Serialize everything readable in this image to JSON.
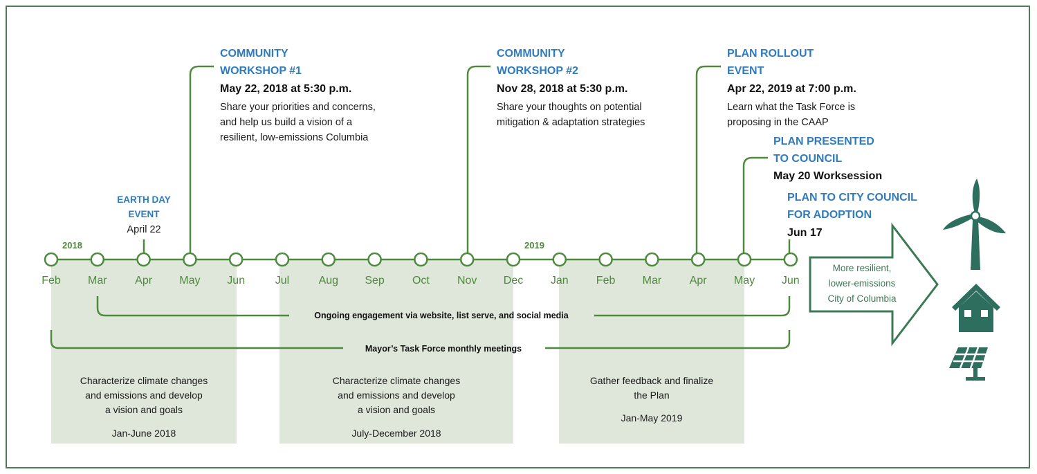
{
  "years": [
    "2018",
    "2019"
  ],
  "months": [
    "Feb",
    "Mar",
    "Apr",
    "May",
    "Jun",
    "Jul",
    "Aug",
    "Sep",
    "Oct",
    "Nov",
    "Dec",
    "Jan",
    "Feb",
    "Mar",
    "Apr",
    "May",
    "Jun"
  ],
  "events": {
    "workshop1": {
      "title1": "COMMUNITY",
      "title2": "WORKSHOP #1",
      "date": "May 22, 2018 at 5:30 p.m.",
      "desc1": "Share your priorities and concerns,",
      "desc2": "and help us build a vision of a",
      "desc3": "resilient, low-emissions Columbia"
    },
    "workshop2": {
      "title1": "COMMUNITY",
      "title2": "WORKSHOP #2",
      "date": "Nov 28, 2018 at 5:30 p.m.",
      "desc1": "Share your thoughts on potential",
      "desc2": "mitigation & adaptation strategies"
    },
    "rollout": {
      "title1": "PLAN ROLLOUT",
      "title2": "EVENT",
      "date": "Apr 22, 2019 at 7:00 p.m.",
      "desc1": "Learn what the Task Force is",
      "desc2": "proposing in the CAAP"
    },
    "presented": {
      "title1": "PLAN PRESENTED",
      "title2": "TO COUNCIL",
      "date": "May 20 Worksession"
    },
    "adoption": {
      "title1": "PLAN TO CITY COUNCIL",
      "title2": "FOR ADOPTION",
      "date": "Jun 17"
    },
    "earthday": {
      "title1": "EARTH DAY",
      "title2": "EVENT",
      "date": "April 22"
    }
  },
  "ribbons": {
    "engagement": "Ongoing engagement via website, list serve, and social media",
    "taskforce": "Mayor’s Task Force monthly meetings"
  },
  "phases": [
    {
      "line1": "Characterize climate changes",
      "line2": "and emissions and develop",
      "line3": "a vision and goals",
      "period": "Jan-June 2018"
    },
    {
      "line1": "Characterize climate changes",
      "line2": "and emissions and develop",
      "line3": "a vision and goals",
      "period": "July-December 2018"
    },
    {
      "line1": "Gather feedback and finalize",
      "line2": "the Plan",
      "line3": "",
      "period": "Jan-May 2019"
    }
  ],
  "outcome": {
    "line1": "More resilient,",
    "line2": "lower-emissions",
    "line3": "City of Columbia"
  },
  "colors": {
    "green": "#4e8a3e",
    "title_blue": "#2f7bbf",
    "phase_fill": "#dfe7da",
    "icon_teal": "#2e6e5e"
  }
}
